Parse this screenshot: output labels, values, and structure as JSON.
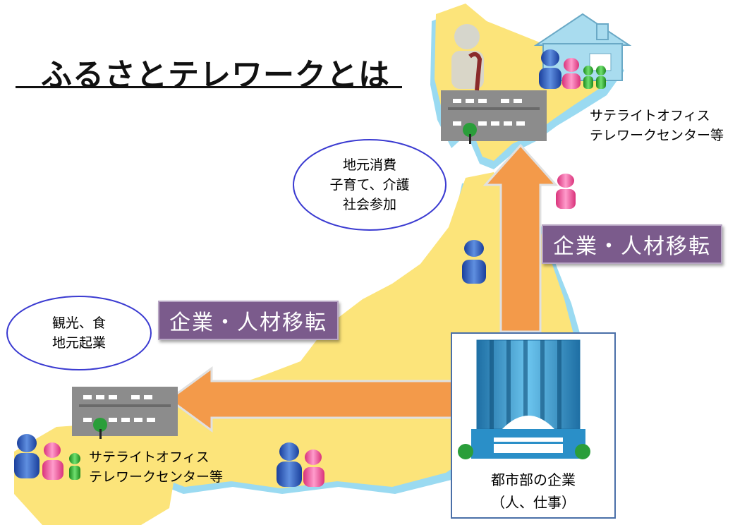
{
  "title": "ふるさとテレワークとは",
  "ellipse_north": {
    "lines": [
      "地元消費",
      "子育て、介護",
      "社会参加"
    ]
  },
  "ellipse_west": {
    "lines": [
      "観光、食",
      "地元起業"
    ]
  },
  "badge_north": "企業・人材移転",
  "badge_west": "企業・人材移転",
  "satellite_north": {
    "line1": "サテライトオフィス",
    "line2": "テレワークセンター等"
  },
  "satellite_west": {
    "line1": "サテライトオフィス",
    "line2": "テレワークセンター等"
  },
  "hq": {
    "line1": "都市部の企業",
    "line2": "（人、仕事）"
  },
  "colors": {
    "land": "#fce47a",
    "sea": "#8fd6ef",
    "arrow": "#f39a4a",
    "badge": "#7b5b8c",
    "building": "#8c8c8c",
    "hq_building": "#2f8fc4",
    "house": "#a9dcef",
    "frame": "#4a6fa8"
  }
}
